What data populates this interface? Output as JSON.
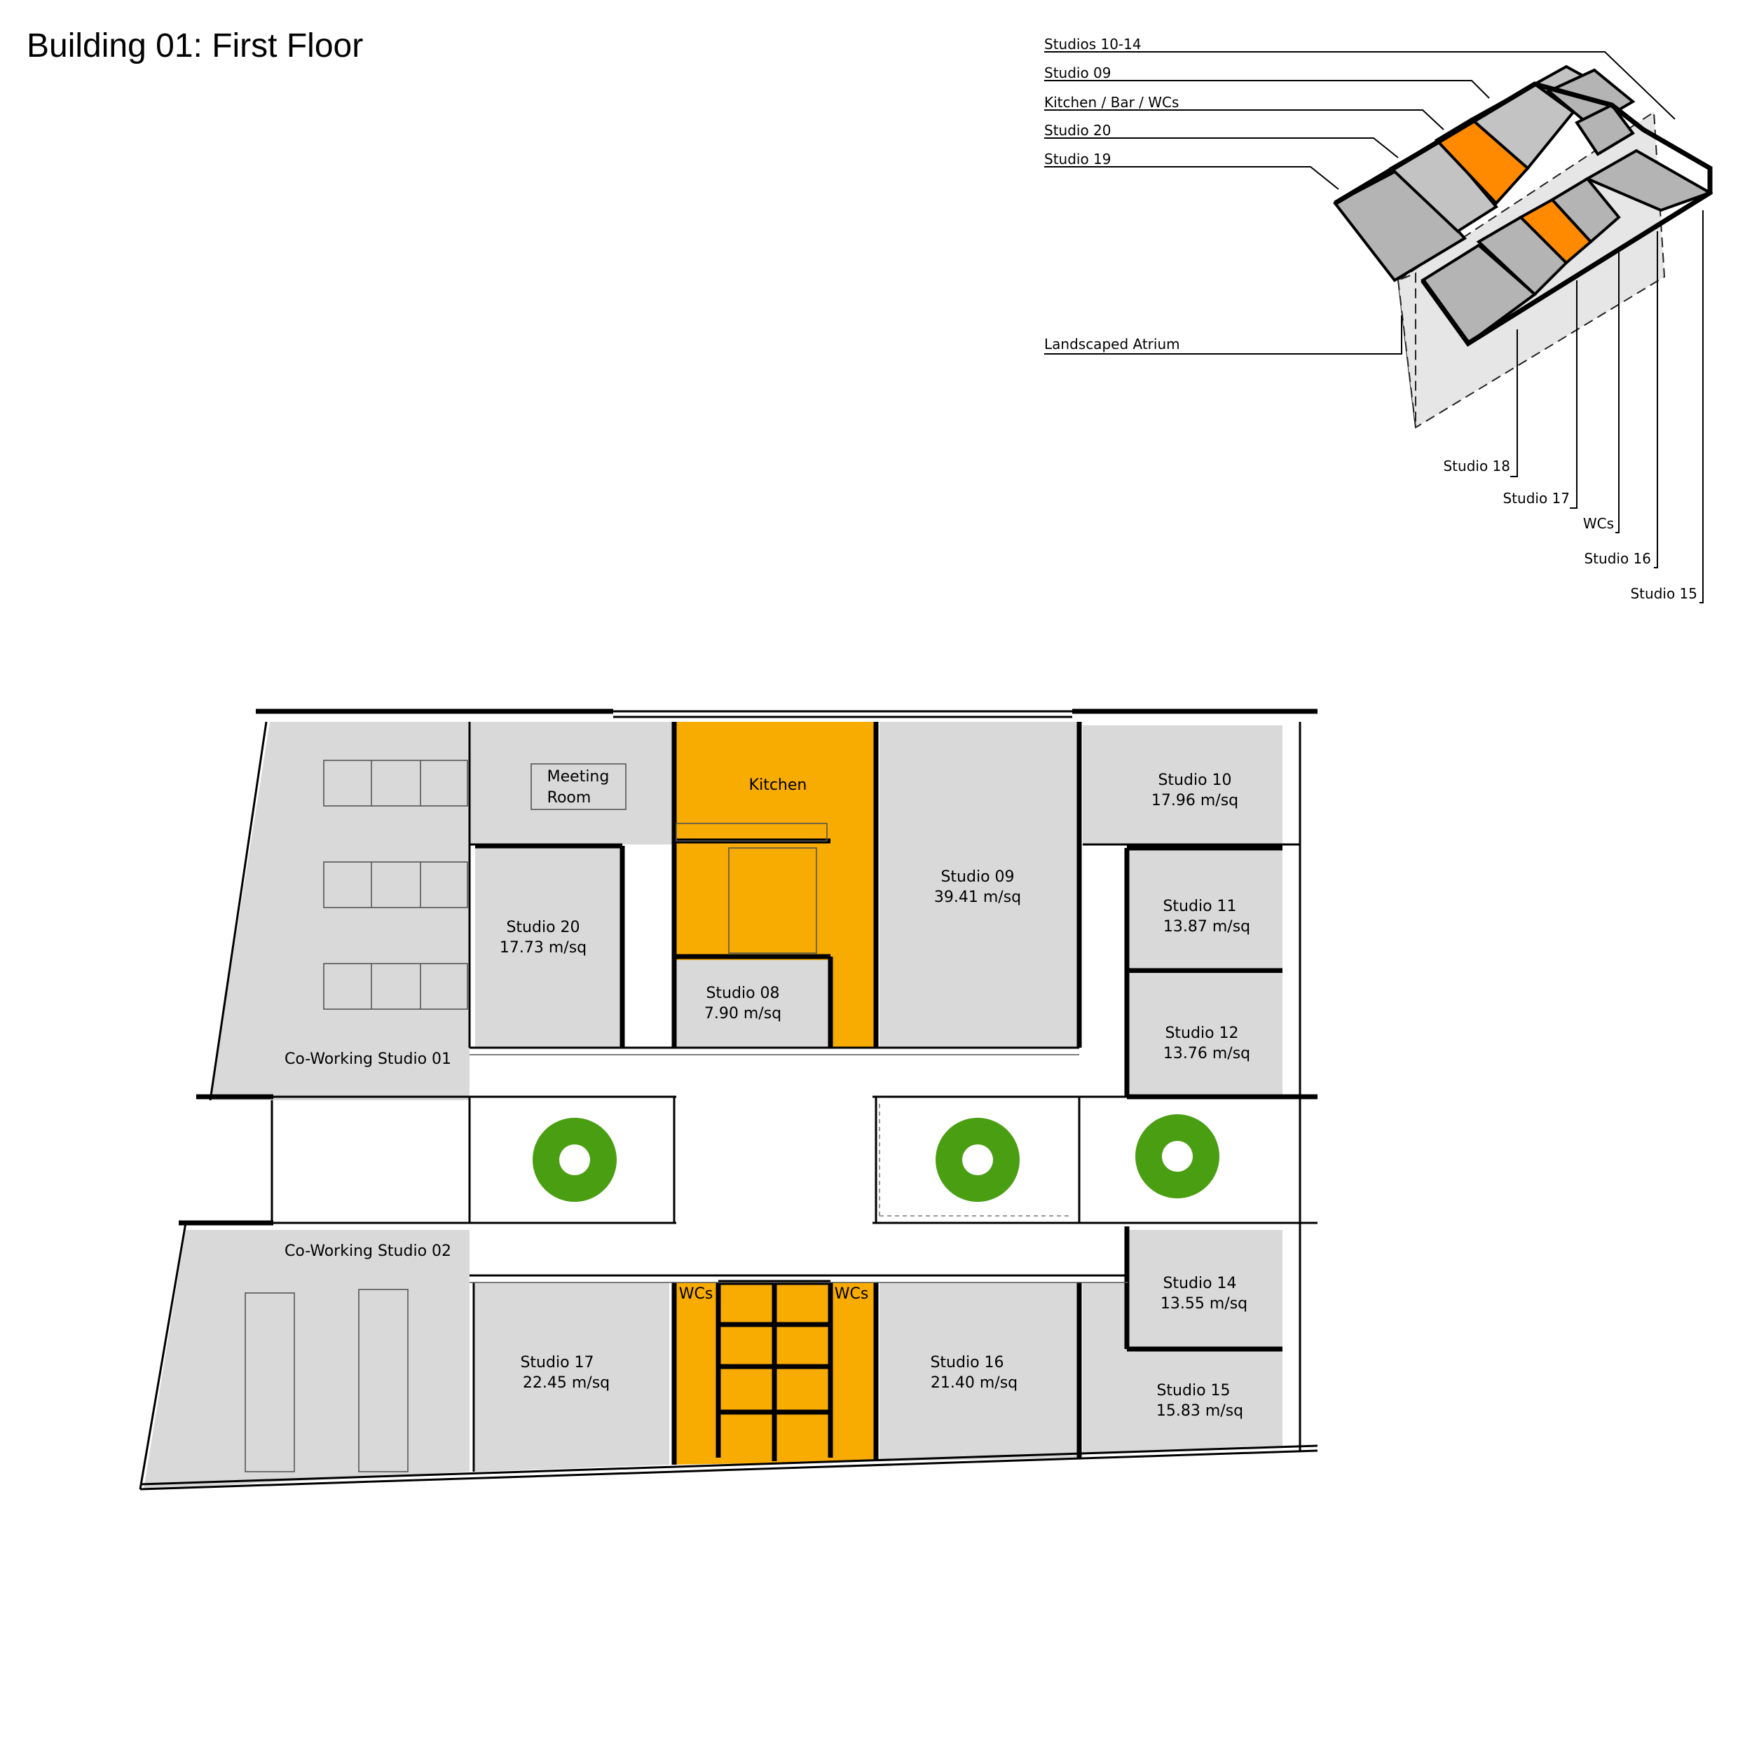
{
  "title": "Building 01: First Floor",
  "key_labels": {
    "studios_10_14": "Studios 10-14",
    "studio_09": "Studio 09",
    "kitchen_bar_wcs": "Kitchen / Bar / WCs",
    "studio_20": "Studio 20",
    "studio_19": "Studio 19",
    "landscaped_atrium": "Landscaped Atrium",
    "studio_18": "Studio 18",
    "studio_17": "Studio 17",
    "wcs": "WCs",
    "studio_16": "Studio 16",
    "studio_15": "Studio 15"
  },
  "rooms": {
    "coworking_01": {
      "name": "Co-Working Studio 01"
    },
    "coworking_02": {
      "name": "Co-Working Studio 02"
    },
    "meeting": {
      "line1": "Meeting",
      "line2": "Room"
    },
    "kitchen": {
      "name": "Kitchen"
    },
    "studio_20": {
      "name": "Studio 20",
      "area": "17.73 m/sq"
    },
    "studio_08": {
      "name": "Studio 08",
      "area": "7.90 m/sq"
    },
    "studio_09": {
      "name": "Studio 09",
      "area": "39.41 m/sq"
    },
    "studio_10": {
      "name": "Studio 10",
      "area": "17.96 m/sq"
    },
    "studio_11": {
      "name": "Studio 11",
      "area": "13.87 m/sq"
    },
    "studio_12": {
      "name": "Studio 12",
      "area": "13.76 m/sq"
    },
    "studio_14": {
      "name": "Studio 14",
      "area": "13.55 m/sq"
    },
    "studio_15": {
      "name": "Studio 15",
      "area": "15.83 m/sq"
    },
    "studio_16": {
      "name": "Studio 16",
      "area": "21.40 m/sq"
    },
    "studio_17": {
      "name": "Studio 17",
      "area": "22.45 m/sq"
    },
    "wcs_left": {
      "name": "WCs"
    },
    "wcs_right": {
      "name": "WCs"
    }
  },
  "colors": {
    "room_fill": "#d9d9d9",
    "core_fill": "#f8ab00",
    "iso_highlight": "#ff8a00",
    "tree_green": "#4a9e12",
    "wall": "#000000"
  }
}
